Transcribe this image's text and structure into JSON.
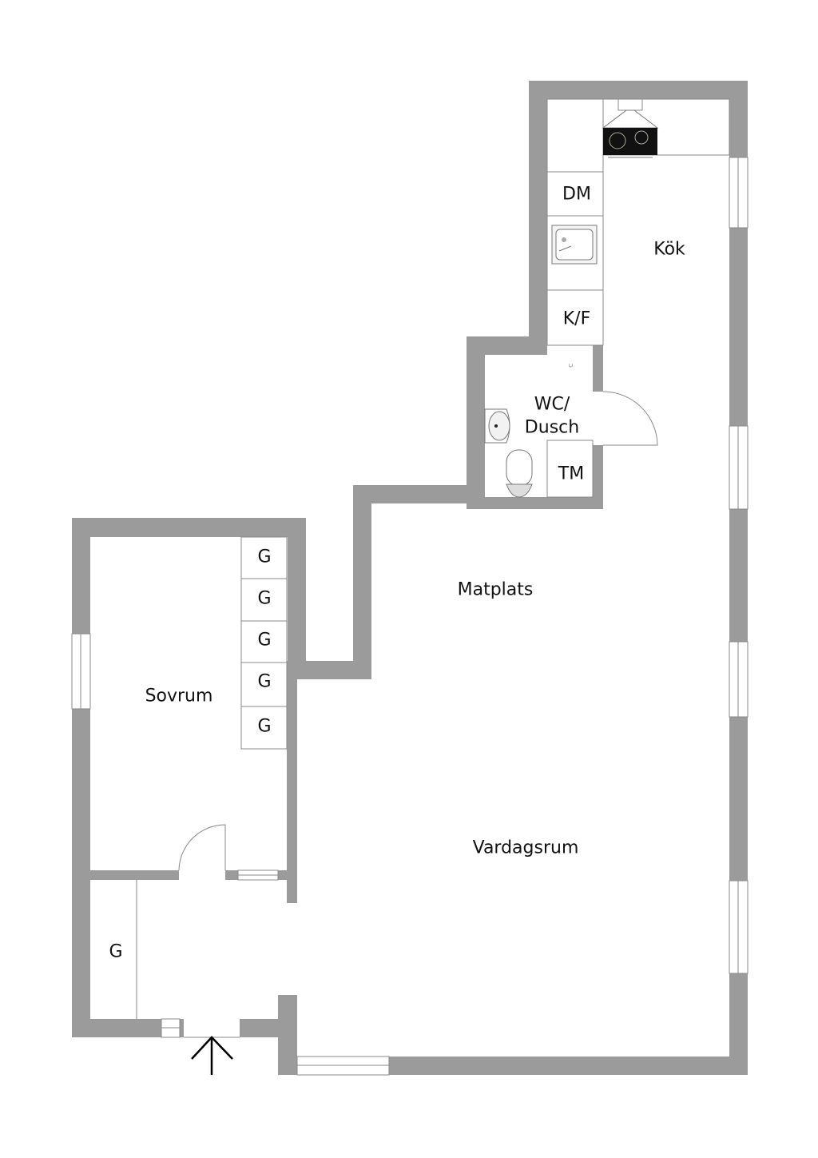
{
  "rooms": {
    "kitchen": "Kök",
    "wc_line1": "WC/",
    "wc_line2": "Dusch",
    "dining": "Matplats",
    "living": "Vardagsrum",
    "bedroom": "Sovrum"
  },
  "fixtures": {
    "dishwasher": "DM",
    "fridge_freezer": "K/F",
    "washing_machine": "TM",
    "wardrobe": [
      "G",
      "G",
      "G",
      "G",
      "G"
    ],
    "hall_wardrobe": "G"
  },
  "colors": {
    "wall": "#9b9b9b",
    "stove": "#111111"
  },
  "icons": [
    "entrance-arrow-icon",
    "stove-icon",
    "sink-icon",
    "toilet-icon",
    "washbasin-icon",
    "door-swing-icon"
  ]
}
